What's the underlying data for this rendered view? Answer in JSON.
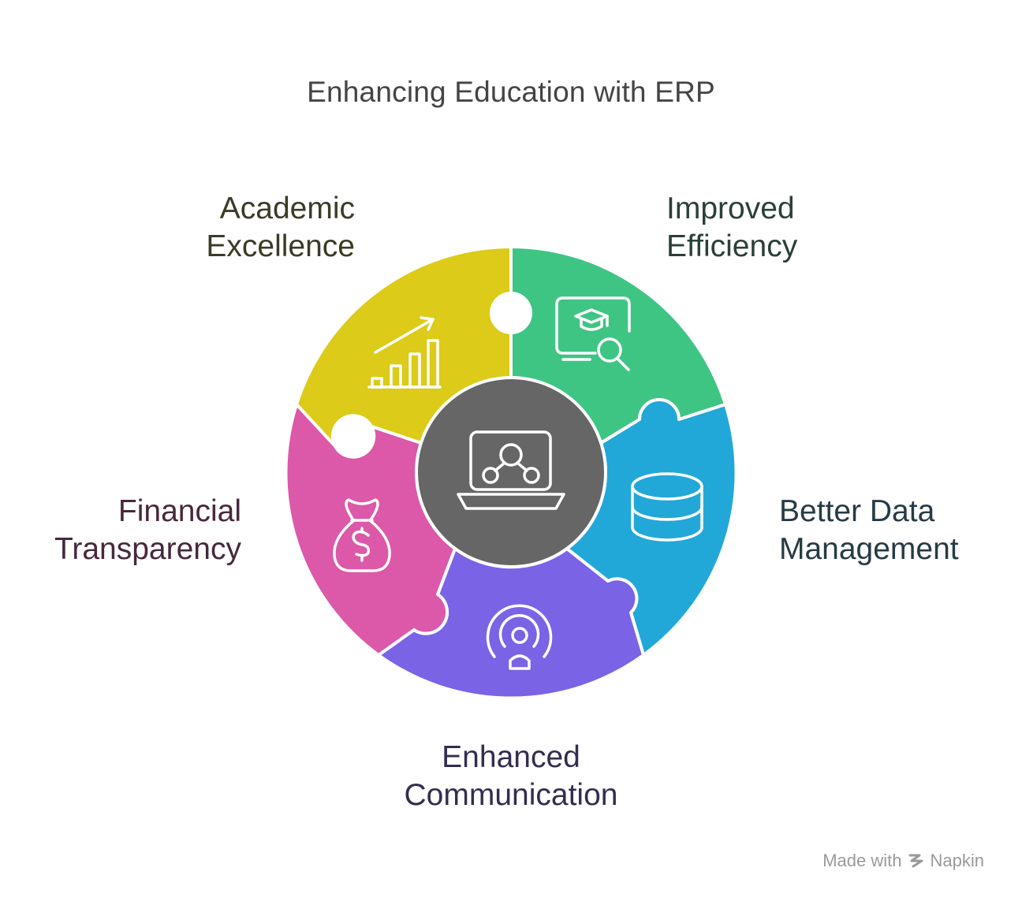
{
  "title": "Enhancing Education with ERP",
  "segments": [
    {
      "id": "academic",
      "lines": [
        "Academic",
        "Excellence"
      ],
      "color": "#dccb18",
      "icon": "bar-chart-growth-icon"
    },
    {
      "id": "efficiency",
      "lines": [
        "Improved",
        "Efficiency"
      ],
      "color": "#3ec584",
      "icon": "monitor-graduation-search-icon"
    },
    {
      "id": "data",
      "lines": [
        "Better Data",
        "Management"
      ],
      "color": "#22a8d8",
      "icon": "database-icon"
    },
    {
      "id": "communication",
      "lines": [
        "Enhanced",
        "Communication"
      ],
      "color": "#7b63e6",
      "icon": "broadcast-person-icon"
    },
    {
      "id": "financial",
      "lines": [
        "Financial",
        "Transparency"
      ],
      "color": "#dc58a8",
      "icon": "money-bag-dollar-icon"
    }
  ],
  "center": {
    "color": "#666666",
    "icon": "laptop-network-icon"
  },
  "footer": {
    "made_with": "Made with",
    "brand": "Napkin",
    "icon": "napkin-logo-icon"
  }
}
